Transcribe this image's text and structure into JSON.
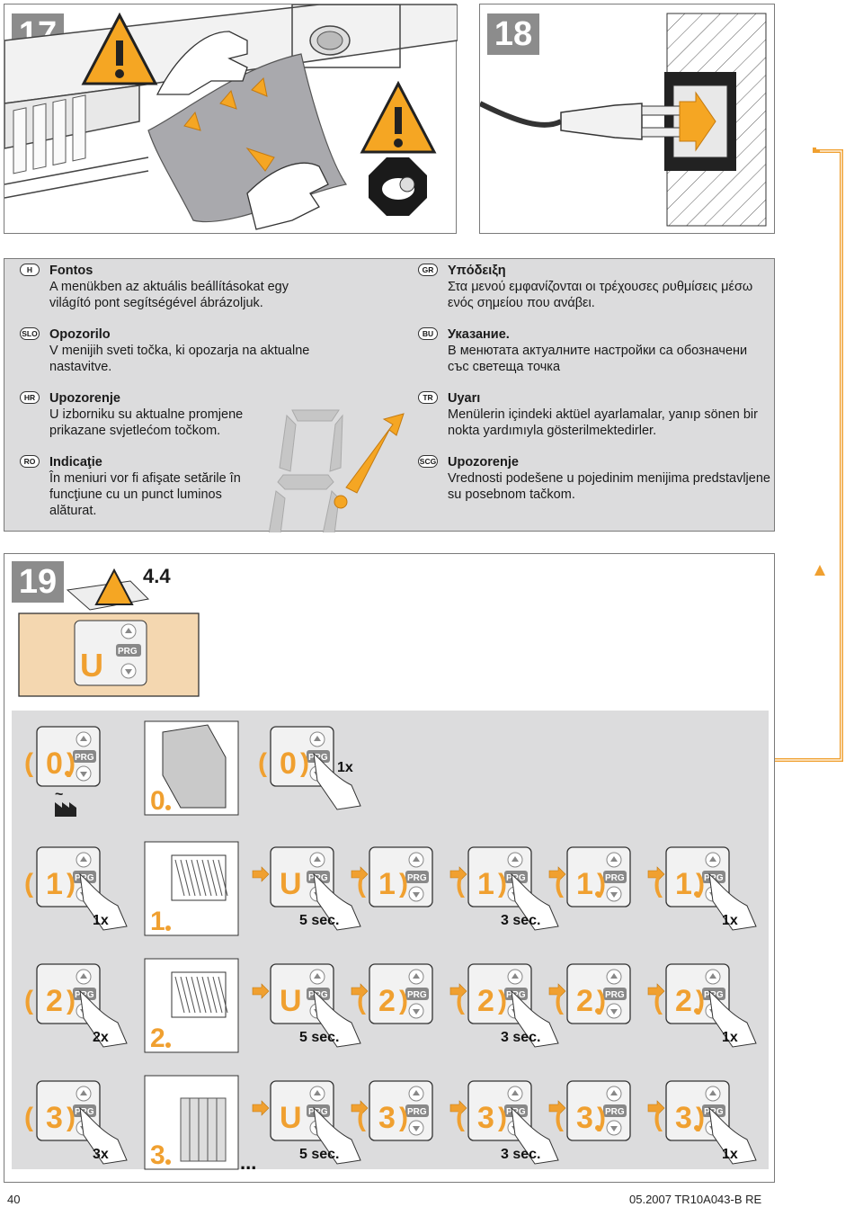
{
  "steps": {
    "s17": "17",
    "s18": "18",
    "s19": "19"
  },
  "section_ref": "4.4",
  "notes": [
    {
      "code": "H",
      "title": "Fontos",
      "body": "A menükben az aktuális beállításokat egy világító pont segítségével ábrázoljuk."
    },
    {
      "code": "SLO",
      "title": "Opozorilo",
      "body": "V menijih sveti točka, ki opozarja na aktualne nastavitve."
    },
    {
      "code": "HR",
      "title": "Upozorenje",
      "body": "U izborniku su aktualne promjene prikazane svjetlećom točkom."
    },
    {
      "code": "RO",
      "title": "Indicaţie",
      "body": "În meniuri vor fi afişate setările în funcţiune cu un punct luminos alăturat."
    },
    {
      "code": "GR",
      "title": "Υπόδειξη",
      "body": "Στα μενού εμφανίζονται οι τρέχουσες ρυθμίσεις μέσω ενός σημείου που ανάβει."
    },
    {
      "code": "BU",
      "title": "Указание.",
      "body": "В менютата актуалните настройки са обозначени със светеща точка"
    },
    {
      "code": "TR",
      "title": "Uyarı",
      "body": "Menülerin içindeki aktüel ayarlamalar, yanıp sönen bir nokta yardımıyla gösterilmektedirler."
    },
    {
      "code": "SCG",
      "title": "Upozorenje",
      "body": "Vrednosti podešene u pojedinim menijima predstavljene su posebnom tačkom."
    }
  ],
  "display": {
    "prg_label": "PRG",
    "menu_digits": [
      "0",
      "1",
      "2",
      "3"
    ],
    "program_digit": "U",
    "dot": "."
  },
  "rows": [
    {
      "press": "",
      "timings": [
        "1x"
      ]
    },
    {
      "press": "1x",
      "timings": [
        "5 sec.",
        "3 sec.",
        "1x"
      ]
    },
    {
      "press": "2x",
      "timings": [
        "5 sec.",
        "3 sec.",
        "1x"
      ]
    },
    {
      "press": "3x",
      "timings": [
        "5 sec.",
        "3 sec.",
        "1x"
      ]
    }
  ],
  "ellipsis": "...",
  "footer": {
    "page": "40",
    "doc": "05.2007  TR10A043-B  RE"
  },
  "colors": {
    "accent": "#f0a030",
    "panel": "#dcdcdd",
    "step_badge": "#8c8c8c",
    "warning": "#f5a623"
  },
  "icons": [
    "warning-triangle-icon",
    "hand-icon",
    "plug-icon",
    "snail-icon",
    "factory-icon",
    "garage-door-icon",
    "arrow-icon"
  ]
}
